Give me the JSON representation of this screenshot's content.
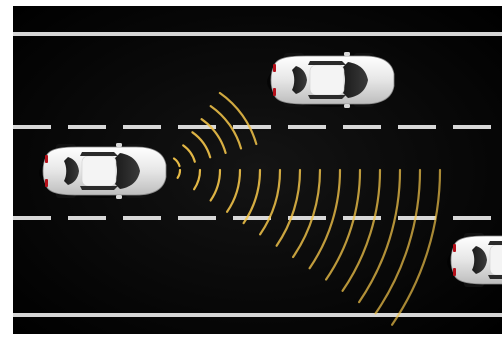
{
  "scene": {
    "subject": "driver-assistance-radar-illustration",
    "road": {
      "lanes": 3,
      "edge_line_color": "#e8e8e8",
      "lane_dash_color": "#d8d8d8",
      "surface_color": "#050505"
    },
    "cars": [
      {
        "role": "ego-car",
        "body_color": "#f2f2f2",
        "heading": "right"
      },
      {
        "role": "car-ahead-left-lane",
        "body_color": "#eeeeee",
        "heading": "right"
      },
      {
        "role": "car-ahead-right-lane",
        "body_color": "#eeeeee",
        "heading": "right"
      }
    ],
    "radar": {
      "color": "#f2c44a",
      "beams": [
        {
          "target": "car-ahead-left-lane",
          "arcs": 6
        },
        {
          "target": "car-ahead-right-lane",
          "arcs": 14
        }
      ]
    }
  }
}
